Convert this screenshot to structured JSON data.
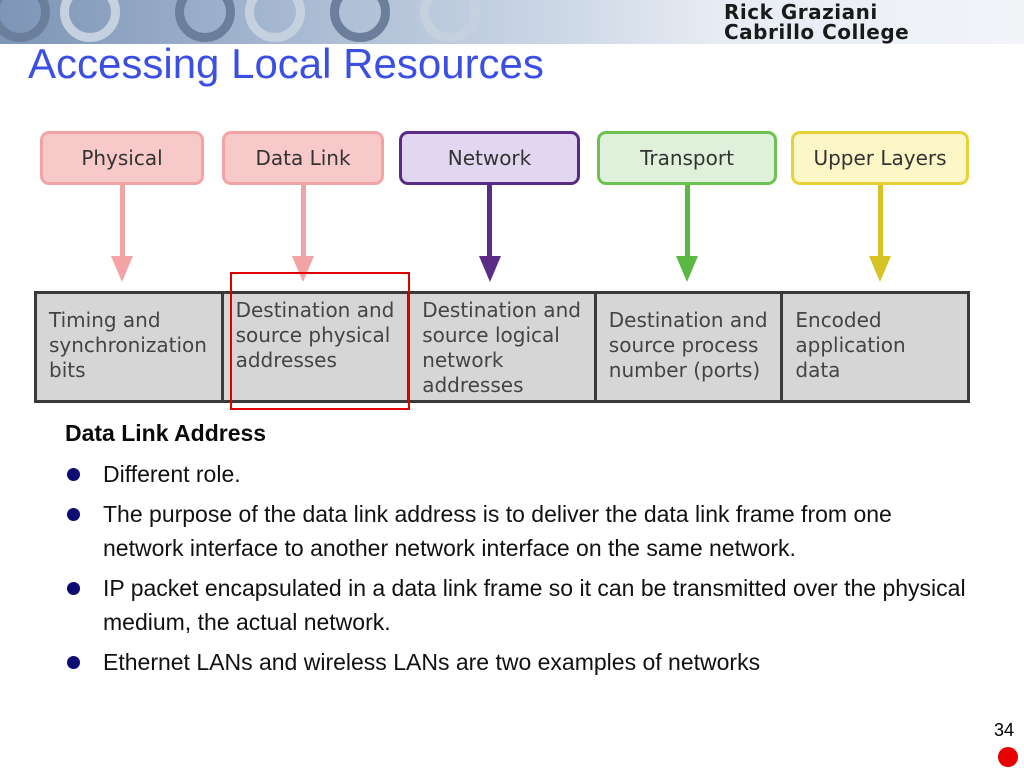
{
  "header": {
    "author_line1": "Rick Graziani",
    "author_line2": "Cabrillo College"
  },
  "title": "Accessing Local Resources",
  "layers": [
    {
      "label": "Physical",
      "fill": "#f8c9c9",
      "border": "#f2a4a4",
      "arrow": "#f2a4a4",
      "address": "Timing and synchronization bits"
    },
    {
      "label": "Data Link",
      "fill": "#f8c9c9",
      "border": "#f2a4a4",
      "arrow": "#f2a4a4",
      "address": "Destination and source physical addresses"
    },
    {
      "label": "Network",
      "fill": "#e2d7f0",
      "border": "#5b2c86",
      "arrow": "#5b2c86",
      "address": "Destination and source logical network addresses"
    },
    {
      "label": "Transport",
      "fill": "#dff1da",
      "border": "#6cc251",
      "arrow": "#5bb843",
      "address": "Destination and source process number (ports)"
    },
    {
      "label": "Upper Layers",
      "fill": "#fdf6c6",
      "border": "#e6d236",
      "arrow": "#d8c326",
      "address": "Encoded application data"
    }
  ],
  "highlight_color": "#e00000",
  "section_title": "Data Link Address",
  "bullets": [
    "Different role.",
    "The purpose of the data link address is to deliver the data link frame from one network interface to another network interface on the same network.",
    "IP packet encapsulated in a data link frame so it can be transmitted over the physical medium, the actual network.",
    "Ethernet LANs and wireless LANs are two examples of networks"
  ],
  "page_number": "34"
}
